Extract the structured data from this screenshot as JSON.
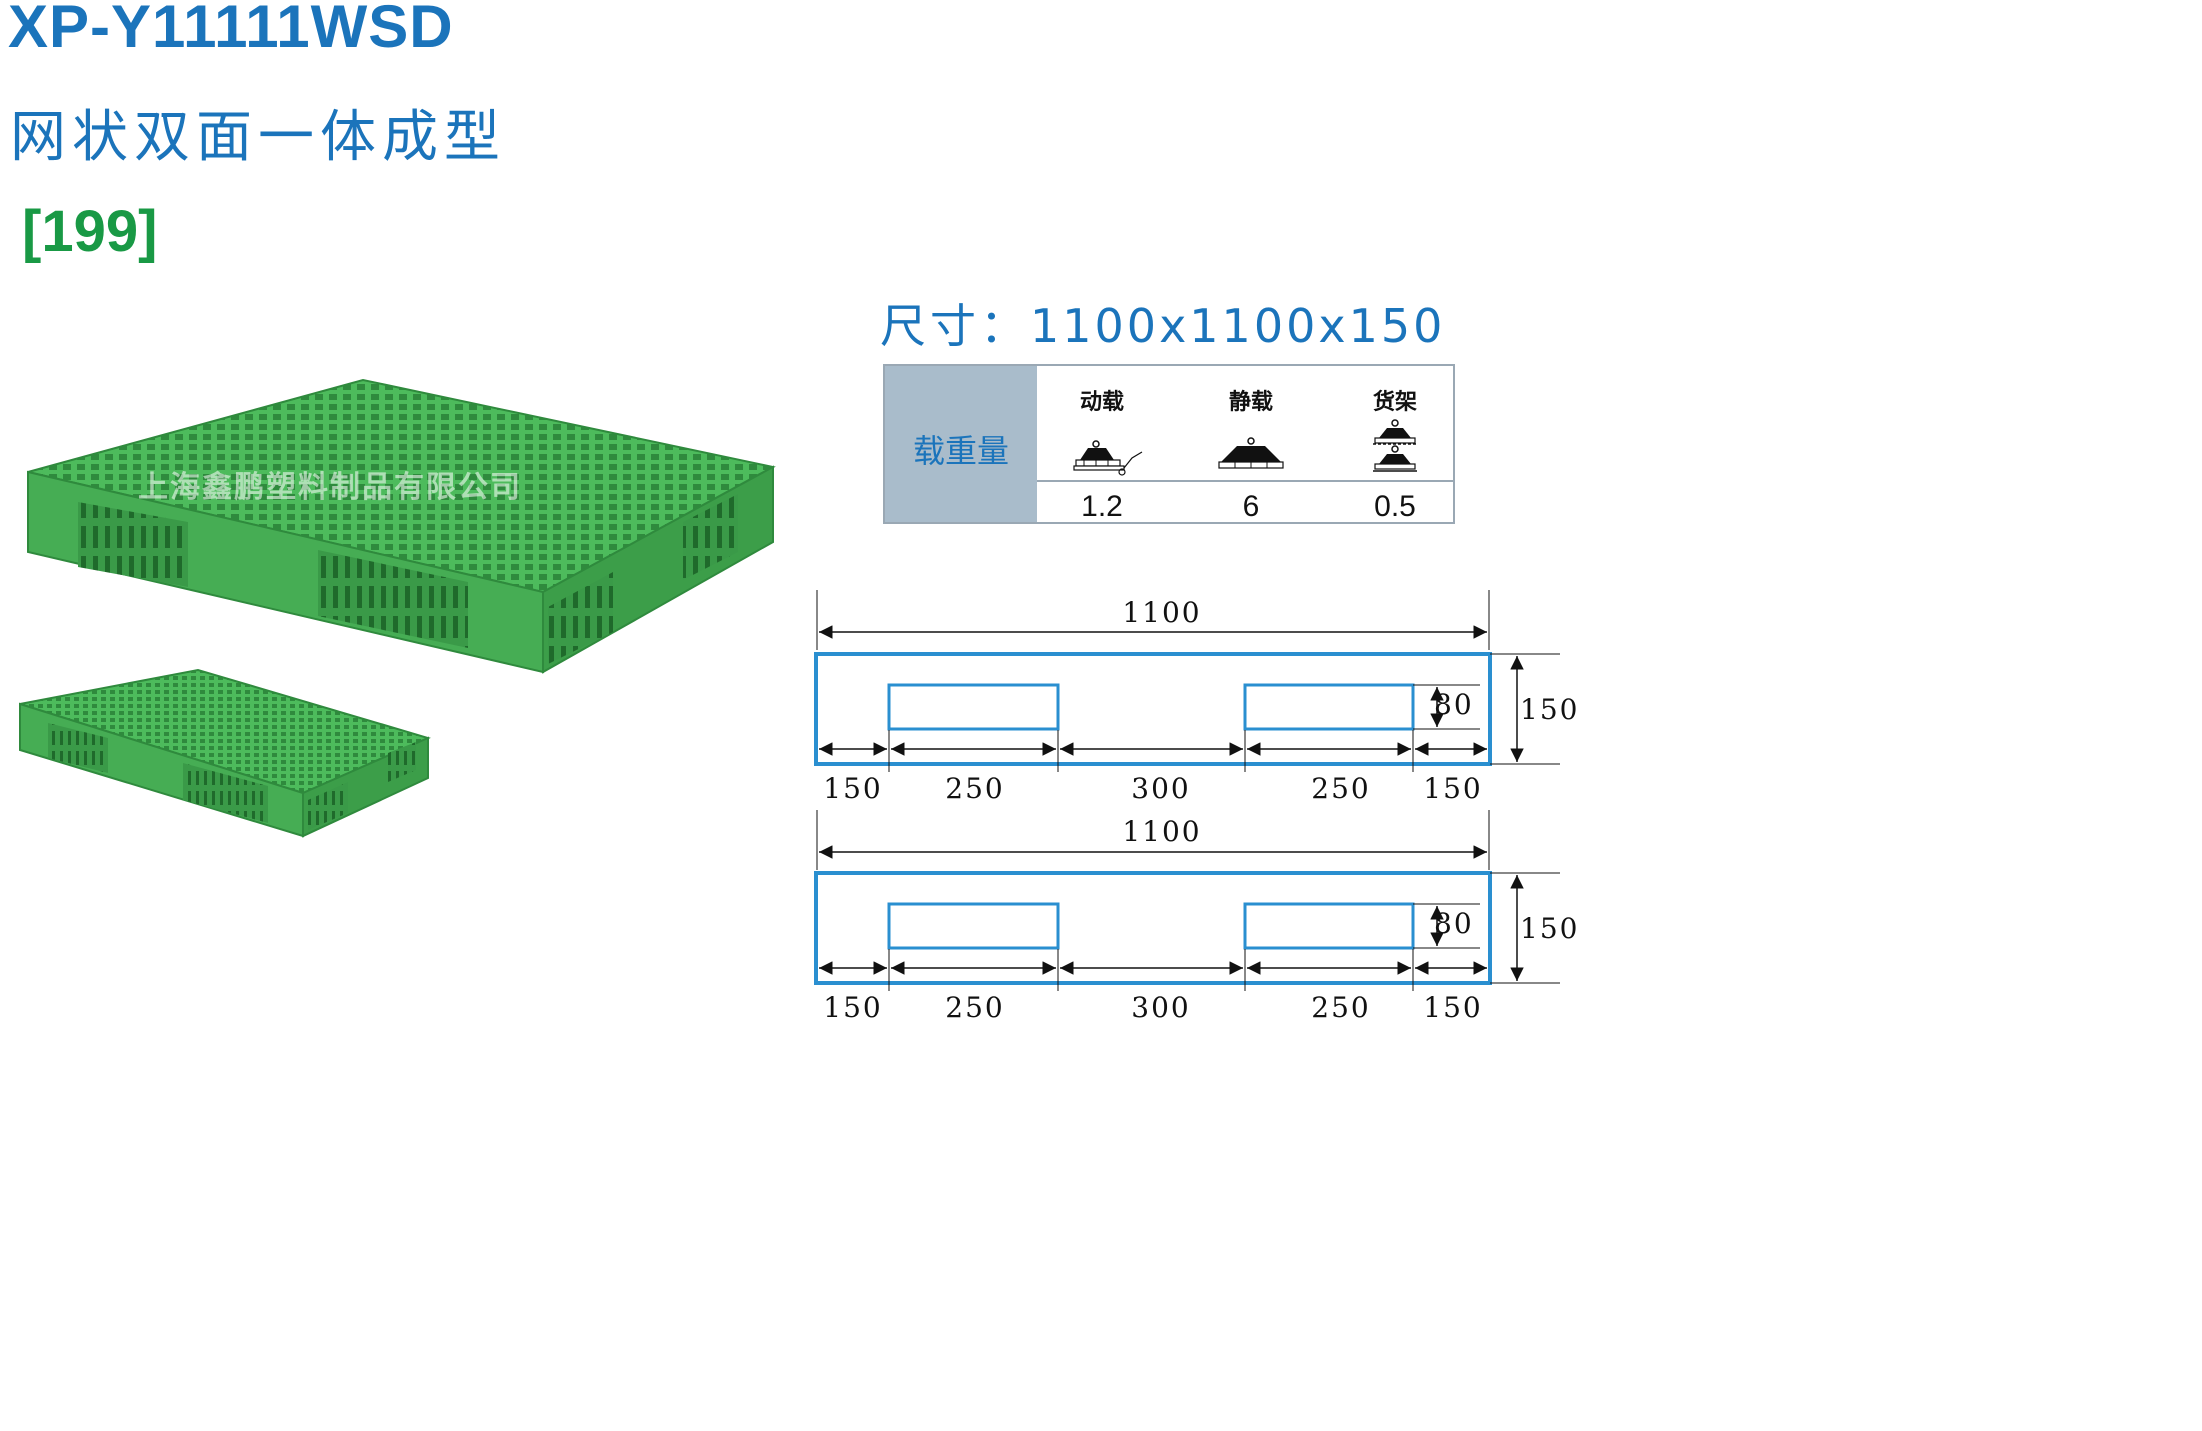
{
  "header": {
    "model": "XP-Y11111WSD",
    "subtitle": "网状双面一体成型",
    "code": "[199]"
  },
  "photo": {
    "watermark": "上海鑫鹏塑料制品有限公司",
    "pallet_color": "#3fa84f"
  },
  "size": {
    "label": "尺寸：",
    "value": "1100x1100x150"
  },
  "load_table": {
    "header": "载重量",
    "columns": [
      {
        "label": "动载",
        "value": "1.2",
        "icon": "dynamic-load-icon"
      },
      {
        "label": "静载",
        "value": "6",
        "icon": "static-load-icon"
      },
      {
        "label": "货架",
        "value": "0.5",
        "icon": "rack-load-icon"
      }
    ]
  },
  "drawing": {
    "outline_color": "#2a8fd0",
    "views": [
      {
        "total_width": "1100",
        "height": "150",
        "opening_height": "80",
        "segments": [
          "150",
          "250",
          "300",
          "250",
          "150"
        ]
      },
      {
        "total_width": "1100",
        "height": "150",
        "opening_height": "80",
        "segments": [
          "150",
          "250",
          "300",
          "250",
          "150"
        ]
      }
    ]
  },
  "colors": {
    "title_blue": "#1b74bb",
    "code_green": "#199945",
    "table_header_bg": "#a9bccb"
  }
}
